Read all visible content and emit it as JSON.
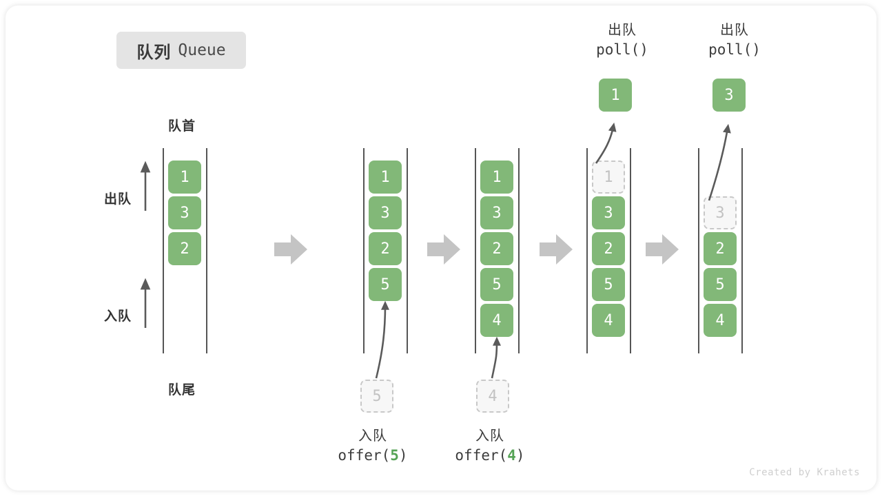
{
  "title": {
    "cn": "队列",
    "en": "Queue"
  },
  "labels": {
    "head": "队首",
    "tail": "队尾",
    "dequeue": "出队",
    "enqueue": "入队"
  },
  "credit": "Created by Krahets",
  "colors": {
    "element": "#82b878",
    "ghost_fill": "#f7f7f7",
    "ghost_border": "#c8c8c8",
    "ghost_text": "#c2c2c2",
    "rail": "#555555",
    "arrow": "#5a5a5a",
    "step_arrow": "#c4c4c4",
    "badge_bg": "#e4e4e4",
    "text": "#333333",
    "accent": "#55a355"
  },
  "stages": [
    {
      "name": "initial",
      "items": [
        "1",
        "3",
        "2"
      ],
      "slots": [
        0,
        1,
        2
      ],
      "ghost_in_queue": null,
      "incoming": null,
      "extracted": null,
      "caption": null,
      "top_label": null
    },
    {
      "name": "offer-5",
      "items": [
        "1",
        "3",
        "2",
        "5"
      ],
      "slots": [
        0,
        1,
        2,
        3
      ],
      "ghost_in_queue": null,
      "incoming": "5",
      "extracted": null,
      "caption": {
        "line1": "入队",
        "op": "offer(",
        "arg": "5",
        "close": ")"
      },
      "top_label": null
    },
    {
      "name": "offer-4",
      "items": [
        "1",
        "3",
        "2",
        "5",
        "4"
      ],
      "slots": [
        0,
        1,
        2,
        3,
        4
      ],
      "ghost_in_queue": null,
      "incoming": "4",
      "extracted": null,
      "caption": {
        "line1": "入队",
        "op": "offer(",
        "arg": "4",
        "close": ")"
      },
      "top_label": null
    },
    {
      "name": "poll-1",
      "items": [
        "3",
        "2",
        "5",
        "4"
      ],
      "slots": [
        1,
        2,
        3,
        4
      ],
      "ghost_in_queue": {
        "value": "1",
        "slot": 0
      },
      "incoming": null,
      "extracted": "1",
      "caption": null,
      "top_label": {
        "line1": "出队",
        "line2": "poll()"
      }
    },
    {
      "name": "poll-3",
      "items": [
        "2",
        "5",
        "4"
      ],
      "slots": [
        2,
        3,
        4
      ],
      "ghost_in_queue": {
        "value": "3",
        "slot": 1
      },
      "incoming": null,
      "extracted": "3",
      "caption": null,
      "top_label": {
        "line1": "出队",
        "line2": "poll()"
      }
    }
  ],
  "step_arrows": 4
}
